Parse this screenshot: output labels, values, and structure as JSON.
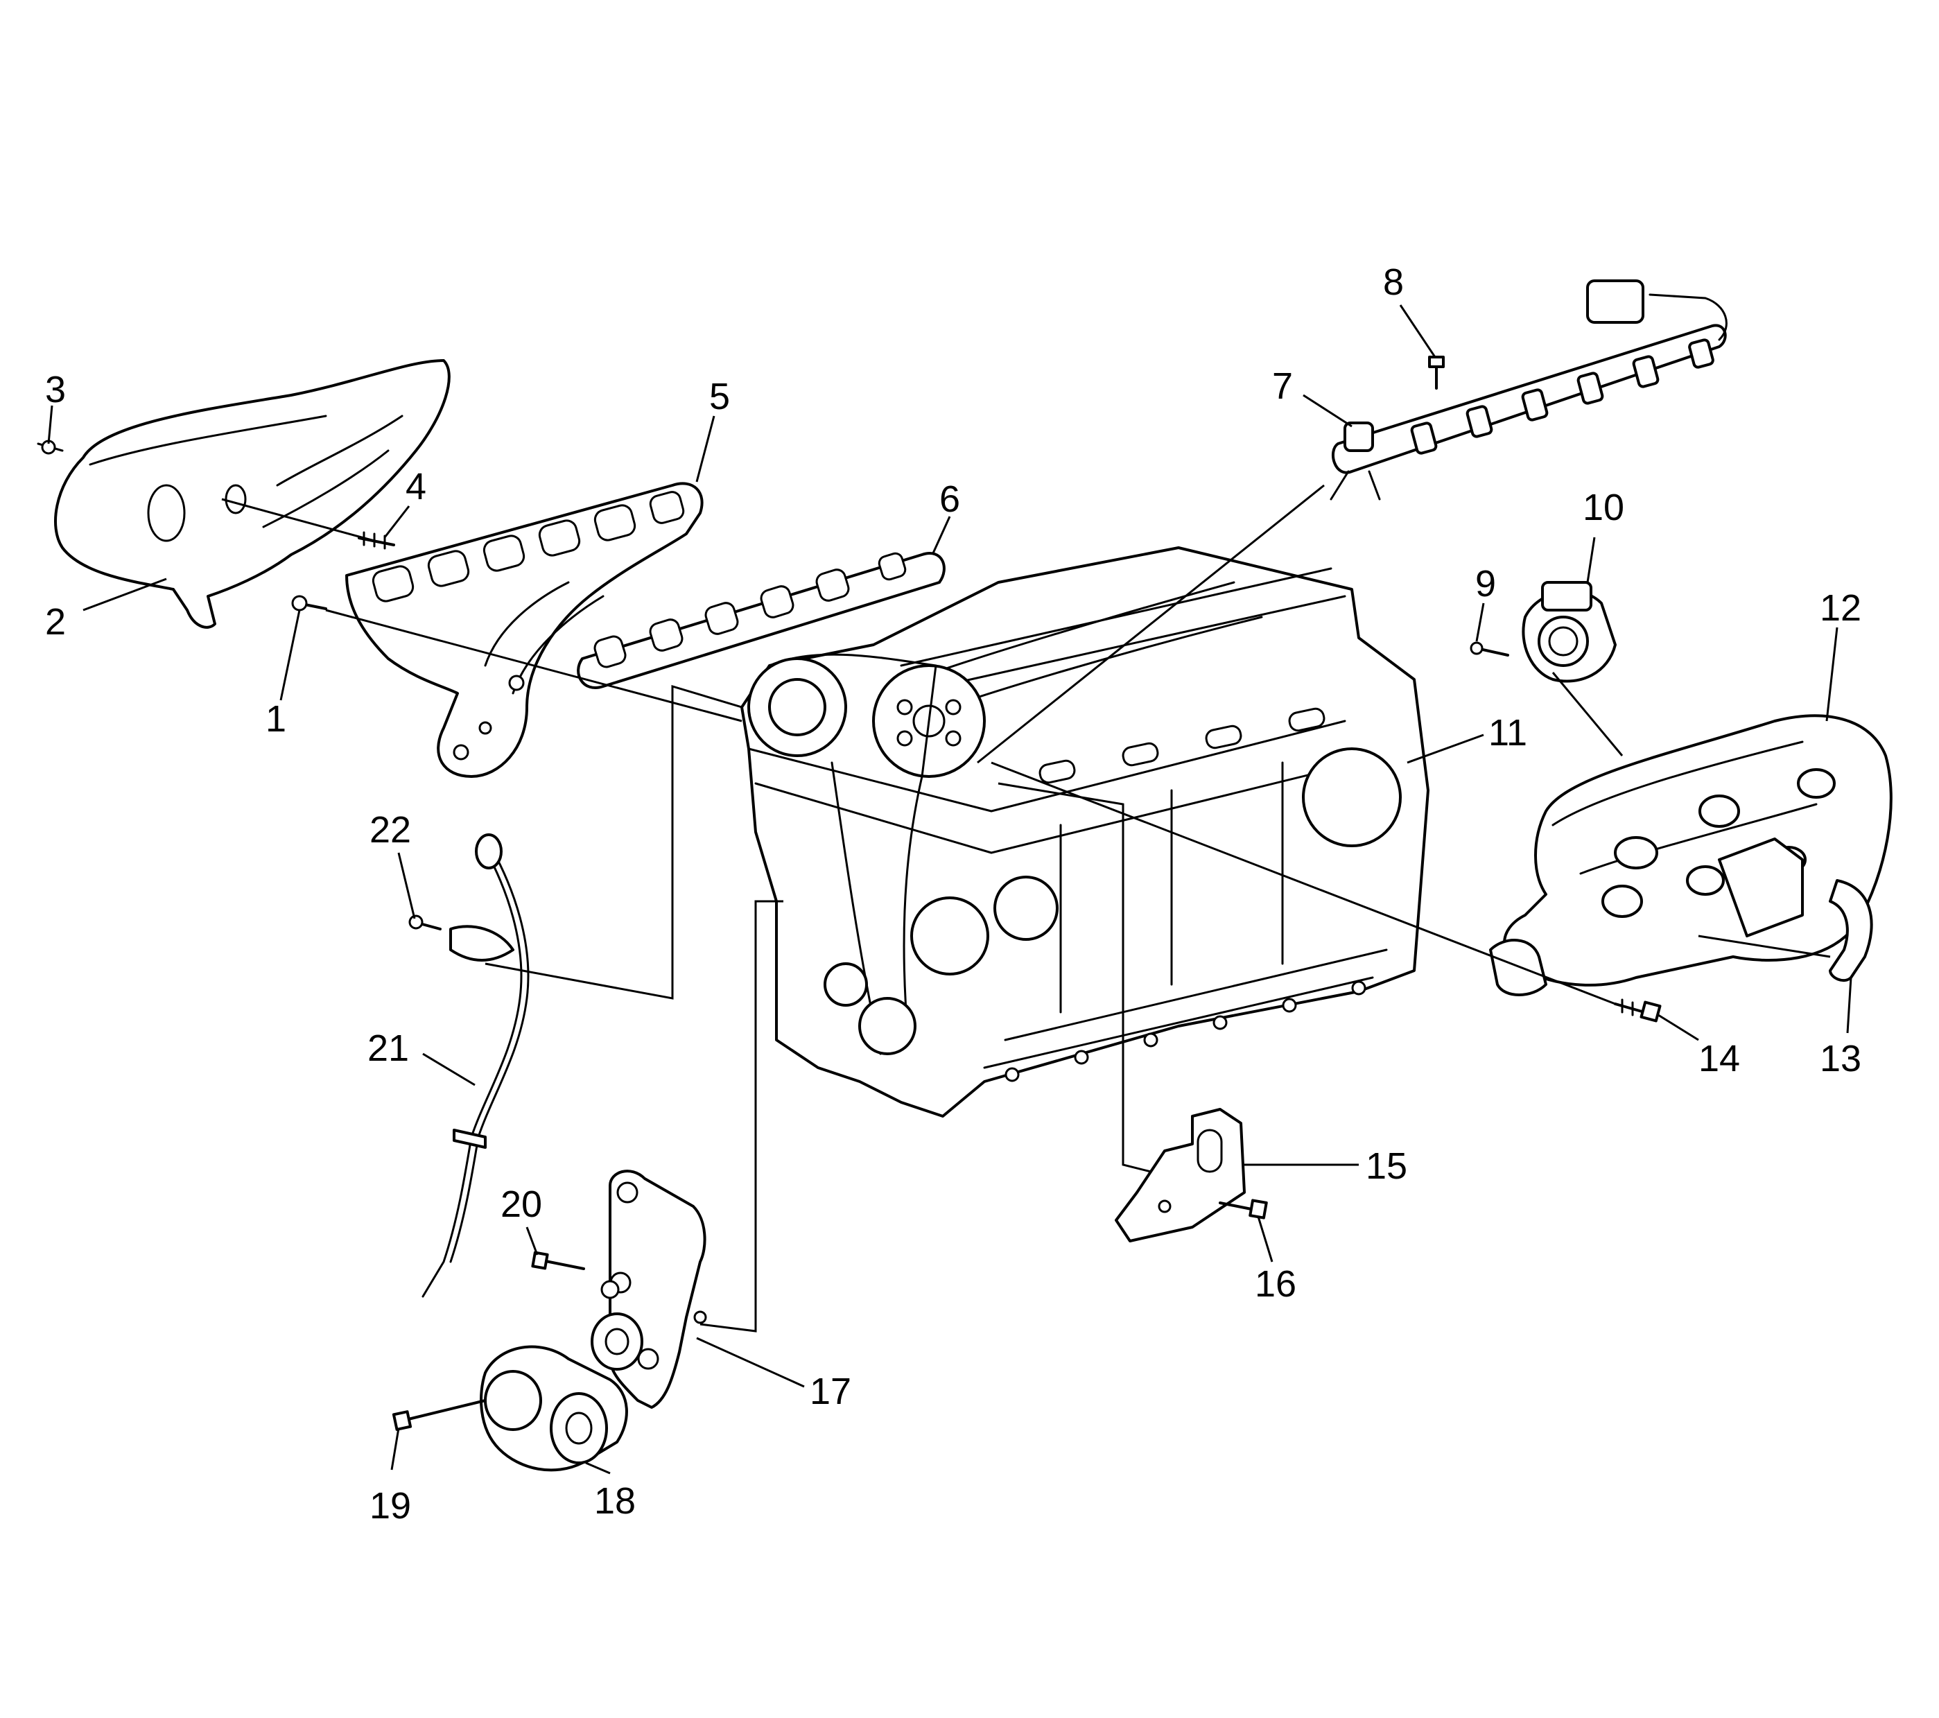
{
  "diagram": {
    "line_color": "#000000",
    "background_color": "#ffffff",
    "callouts": [
      {
        "id": "c1",
        "label": "1"
      },
      {
        "id": "c2",
        "label": "2"
      },
      {
        "id": "c3",
        "label": "3"
      },
      {
        "id": "c4",
        "label": "4"
      },
      {
        "id": "c5",
        "label": "5"
      },
      {
        "id": "c6",
        "label": "6"
      },
      {
        "id": "c7",
        "label": "7"
      },
      {
        "id": "c8",
        "label": "8"
      },
      {
        "id": "c9",
        "label": "9"
      },
      {
        "id": "c10",
        "label": "10"
      },
      {
        "id": "c11",
        "label": "11"
      },
      {
        "id": "c12",
        "label": "12"
      },
      {
        "id": "c13",
        "label": "13"
      },
      {
        "id": "c14",
        "label": "14"
      },
      {
        "id": "c15",
        "label": "15"
      },
      {
        "id": "c16",
        "label": "16"
      },
      {
        "id": "c17",
        "label": "17"
      },
      {
        "id": "c18",
        "label": "18"
      },
      {
        "id": "c19",
        "label": "19"
      },
      {
        "id": "c20",
        "label": "20"
      },
      {
        "id": "c21",
        "label": "21"
      },
      {
        "id": "c22",
        "label": "22"
      }
    ]
  }
}
